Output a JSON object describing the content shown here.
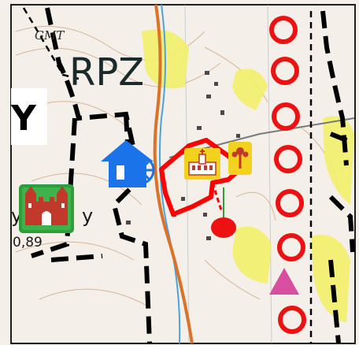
{
  "map": {
    "labels": {
      "zone_code": "RPZ",
      "settlement_fragment": "GMT",
      "number_label": "0,89",
      "letter_left": "y",
      "letter_small": "y",
      "letter_box": "Y"
    },
    "legend_symbols": [
      {
        "name": "castle-icon",
        "color": "#2e9e3a"
      },
      {
        "name": "church-icon",
        "color": "#f2d21c"
      },
      {
        "name": "cross-icon",
        "color": "#f2d21c"
      },
      {
        "name": "watermill-icon",
        "color": "#1a73e8"
      },
      {
        "name": "peak-icon",
        "color": "#d94fa0"
      }
    ],
    "colors": {
      "boundary_red": "#ff0000",
      "route_circles": "#ee1111",
      "dashed_border": "#000000",
      "road_orange": "#d9722a",
      "water_blue": "#1a73e8",
      "forest_yellow": "#f3ef6b",
      "map_base": "#f4efe8"
    }
  }
}
